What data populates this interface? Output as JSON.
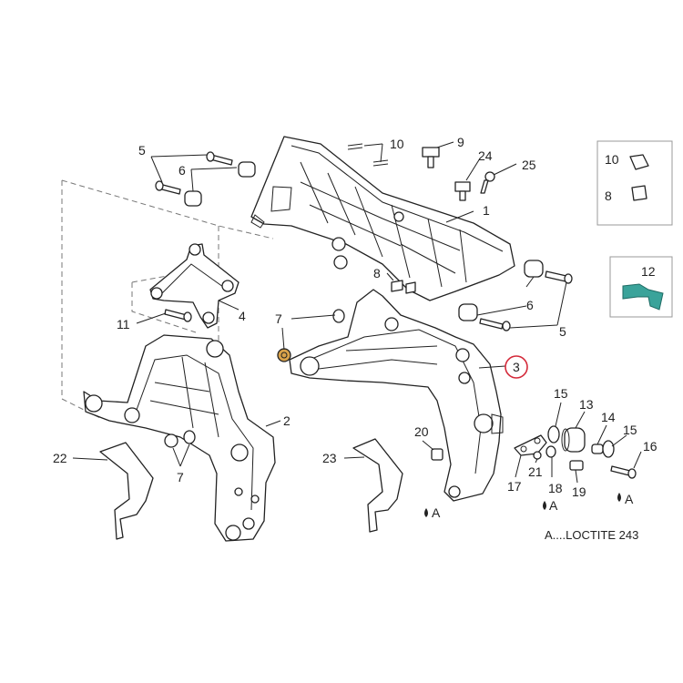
{
  "callouts": {
    "c1": "1",
    "c2": "2",
    "c3": "3",
    "c4": "4",
    "c5a": "5",
    "c5b": "5",
    "c6a": "6",
    "c6b": "6",
    "c7a": "7",
    "c7b": "7",
    "c8": "8",
    "c9": "9",
    "c10": "10",
    "c11": "11",
    "c13": "13",
    "c14": "14",
    "c15a": "15",
    "c15b": "15",
    "c16": "16",
    "c17": "17",
    "c18": "18",
    "c19": "19",
    "c20": "20",
    "c21": "21",
    "c22": "22",
    "c23": "23",
    "c24": "24",
    "c25": "25",
    "inset_10": "10",
    "inset_8": "8",
    "inset_12": "12",
    "loc_a1": "A",
    "loc_a2": "A",
    "loc_a3": "A"
  },
  "legend": {
    "text": "A....LOCTITE 243"
  },
  "highlight": {
    "part": "3",
    "color": "#d42a3a"
  },
  "colors": {
    "bracket_fill": "#3aa39a",
    "line": "#222222"
  }
}
